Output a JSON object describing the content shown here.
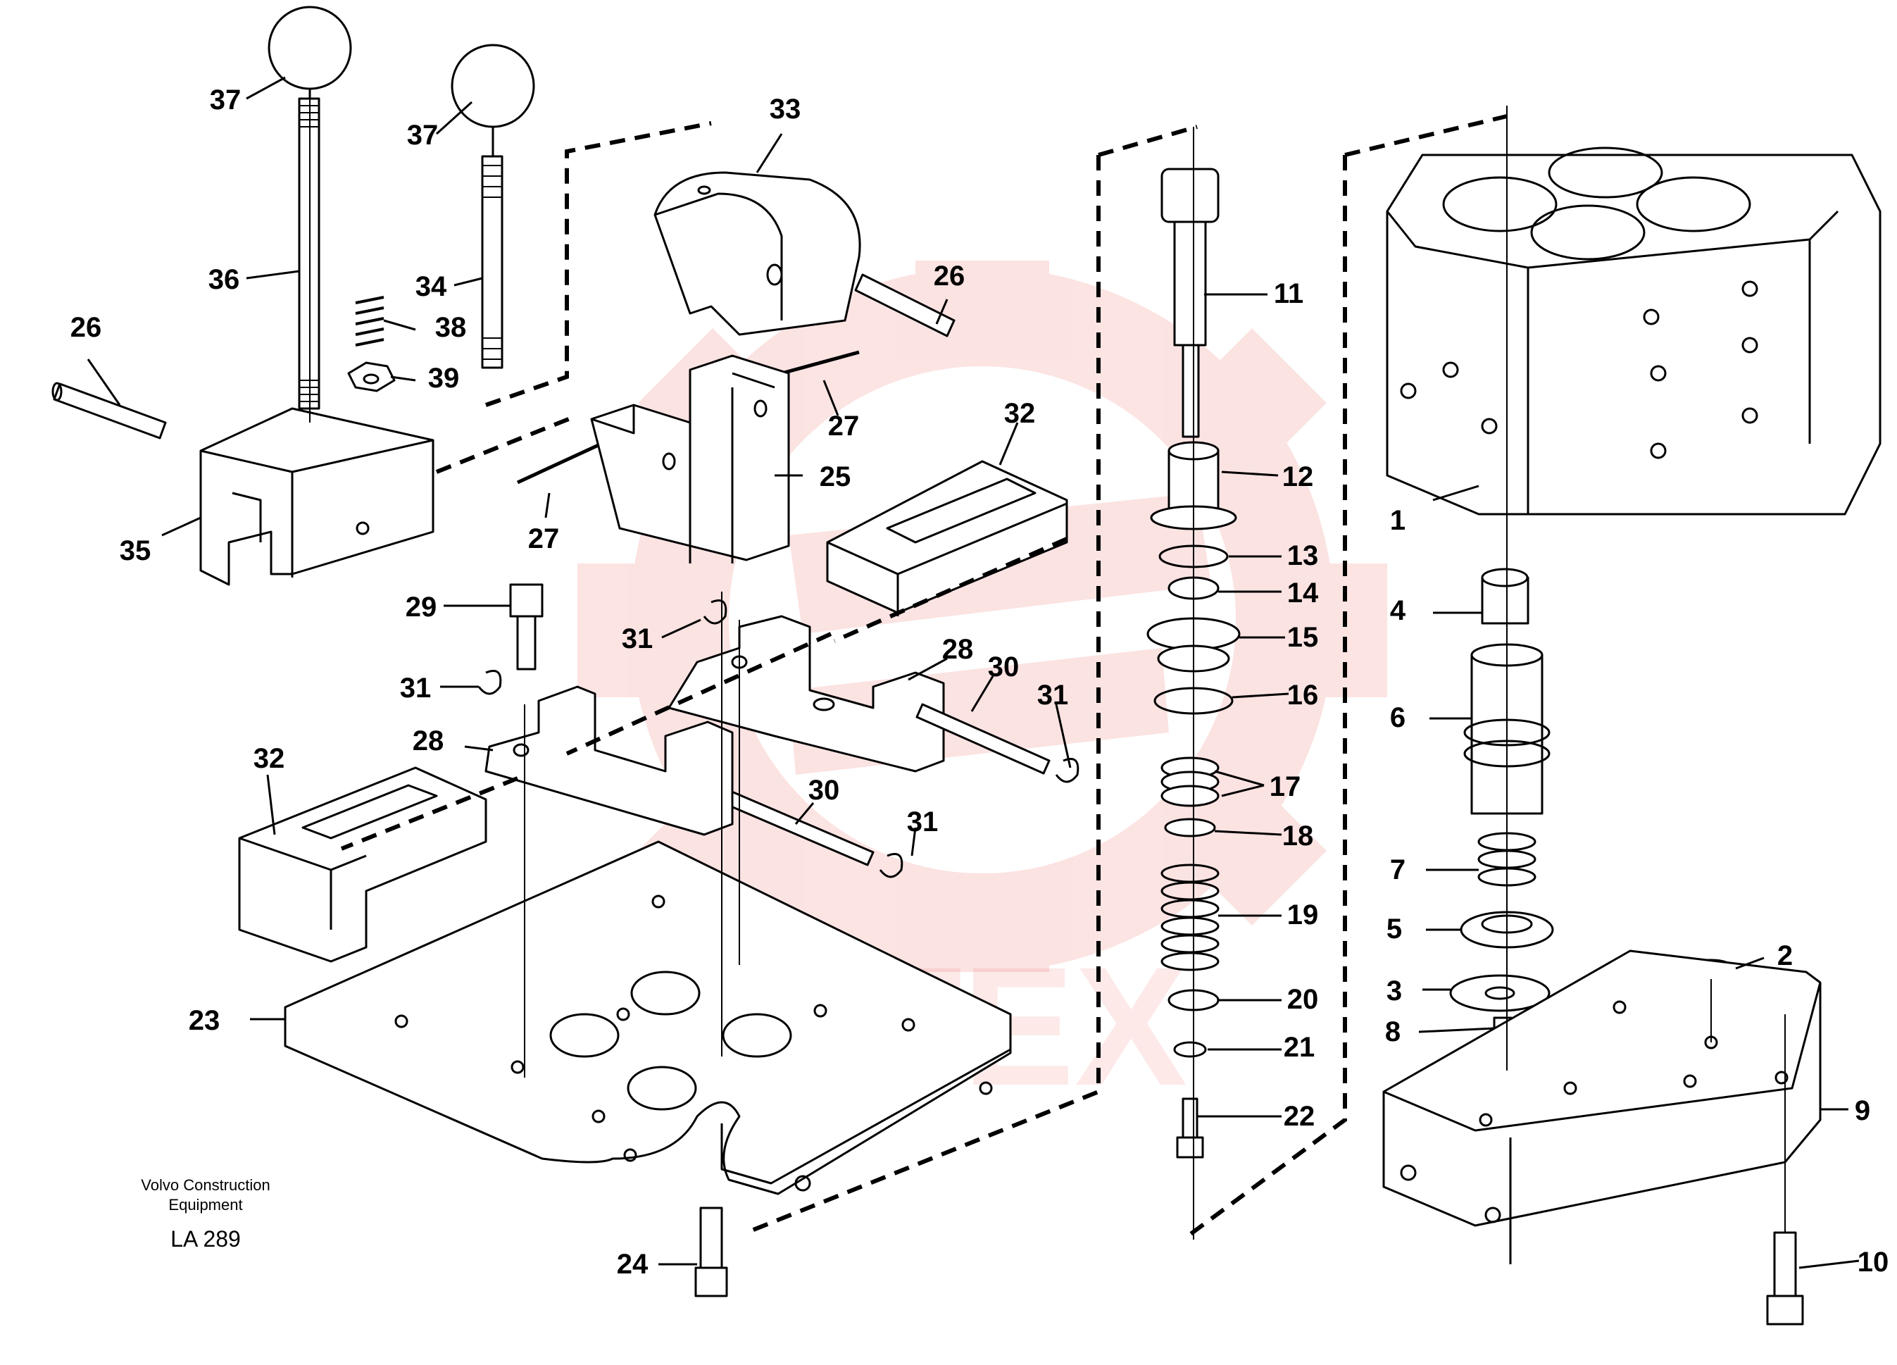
{
  "caption": {
    "maker_line1": "Volvo Construction",
    "maker_line2": "Equipment",
    "drawing_code": "LA 289"
  },
  "watermark": {
    "text": "ИНТЕХ",
    "color": "#e8322a"
  },
  "colors": {
    "line": "#000000",
    "background": "#ffffff",
    "watermark": "#e8322a"
  },
  "part_labels": [
    "37",
    "37",
    "36",
    "34",
    "38",
    "39",
    "26",
    "35",
    "33",
    "26",
    "27",
    "25",
    "27",
    "32",
    "29",
    "31",
    "31",
    "28",
    "30",
    "31",
    "28",
    "32",
    "30",
    "31",
    "23",
    "24",
    "11",
    "12",
    "13",
    "14",
    "15",
    "16",
    "17",
    "18",
    "19",
    "20",
    "21",
    "22",
    "1",
    "4",
    "6",
    "7",
    "5",
    "3",
    "2",
    "8",
    "9",
    "10"
  ]
}
